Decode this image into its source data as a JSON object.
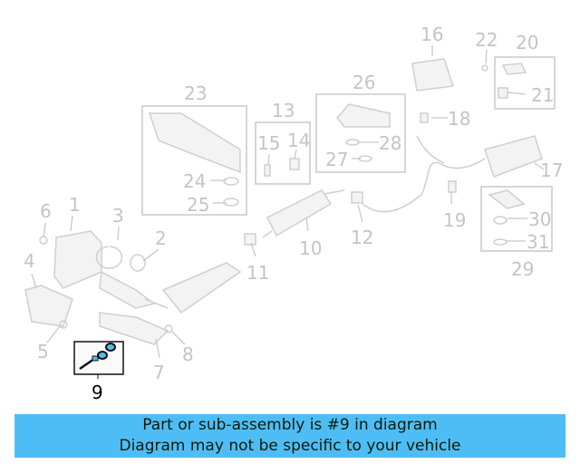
{
  "diagram": {
    "labels": {
      "n1": "1",
      "n2": "2",
      "n3": "3",
      "n4": "4",
      "n5": "5",
      "n6": "6",
      "n7": "7",
      "n8": "8",
      "n9": "9",
      "n10": "10",
      "n11": "11",
      "n12": "12",
      "n13": "13",
      "n14": "14",
      "n15": "15",
      "n16": "16",
      "n17": "17",
      "n18": "18",
      "n19": "19",
      "n20": "20",
      "n21": "21",
      "n22": "22",
      "n23": "23",
      "n24": "24",
      "n25": "25",
      "n26": "26",
      "n27": "27",
      "n28": "28",
      "n29": "29",
      "n30": "30",
      "n31": "31"
    },
    "highlight_part": "9",
    "colors": {
      "highlight": "#4FBDF5",
      "faded": "#c4c4c4",
      "banner": "#4FBDF5"
    }
  },
  "banner": {
    "line1": "Part or sub-assembly is #9 in diagram",
    "line2": "Diagram may not be specific to your vehicle"
  }
}
